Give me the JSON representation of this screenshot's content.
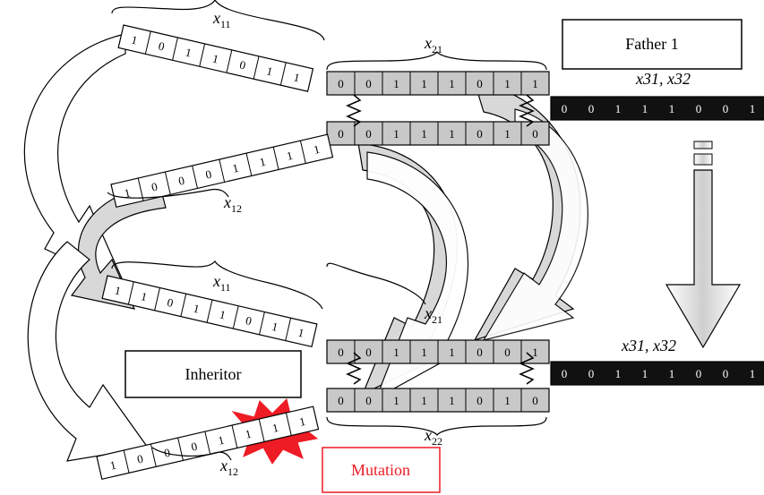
{
  "labels": {
    "father": "Father 1",
    "inheritor": "Inheritor",
    "mutation": "Mutation",
    "x11_top": "x",
    "x11_top_sub": "11",
    "x21_top": "x",
    "x21_top_sub": "21",
    "x12_top": "x",
    "x12_top_sub": "12",
    "x3132_top": "x31, x32",
    "x11_bot": "x",
    "x11_bot_sub": "11",
    "x21_bot": "x",
    "x21_bot_sub": "21",
    "x22_bot": "x",
    "x22_bot_sub": "22",
    "x12_bot": "x",
    "x12_bot_sub": "12",
    "x3132_bot": "x31, x32"
  },
  "strings": {
    "top_x11": [
      "1",
      "0",
      "1",
      "1",
      "0",
      "1",
      "1"
    ],
    "top_x21": [
      "0",
      "0",
      "1",
      "1",
      "1",
      "0",
      "1",
      "1"
    ],
    "top_x22": [
      "0",
      "0",
      "1",
      "1",
      "1",
      "0",
      "1",
      "0"
    ],
    "top_x12": [
      "1",
      "0",
      "0",
      "0",
      "1",
      "1",
      "1",
      "1"
    ],
    "top_x3132": [
      "0",
      "0",
      "1",
      "1",
      "1",
      "0",
      "0",
      "1"
    ],
    "bot_x11": [
      "1",
      "1",
      "0",
      "1",
      "1",
      "0",
      "1",
      "1"
    ],
    "bot_x21": [
      "0",
      "0",
      "1",
      "1",
      "1",
      "0",
      "0",
      "1"
    ],
    "bot_x22": [
      "0",
      "0",
      "1",
      "1",
      "1",
      "0",
      "1",
      "0"
    ],
    "bot_x12": [
      "1",
      "0",
      "0",
      "0",
      "1",
      "1",
      "1",
      "1"
    ],
    "bot_x3132": [
      "0",
      "0",
      "1",
      "1",
      "1",
      "0",
      "0",
      "1"
    ]
  },
  "colors": {
    "gray_cell": "#c8c8c8",
    "black_bar": "#111111",
    "arrow_fill": "#d8d8d8",
    "mutation_red": "#ee1c25"
  }
}
